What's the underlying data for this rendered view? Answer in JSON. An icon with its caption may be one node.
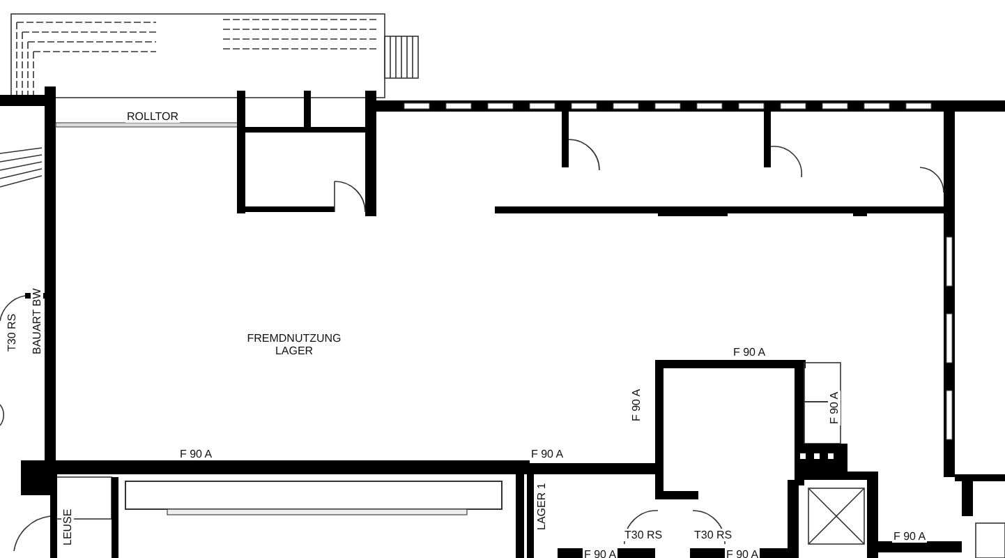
{
  "diagram": {
    "labels": [
      "ROLLTOR",
      "T30 RS",
      "BAUART BW",
      "FREMDNUTZUNG LAGER",
      "F 90 A",
      "F 90 A",
      "F 90 A",
      "F 90 A",
      "F 90 A",
      "LEUSE",
      "LAGER 1",
      "T30 RS",
      "T30 RS",
      "F 90 A",
      "F 90 A",
      "F 90 A"
    ]
  }
}
